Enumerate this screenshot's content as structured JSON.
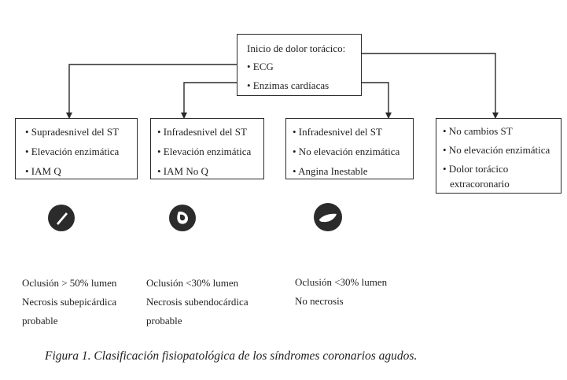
{
  "top_box": {
    "title": "Inicio de dolor torácico:",
    "items": [
      "• ECG",
      "• Enzimas cardíacas"
    ]
  },
  "boxes": [
    {
      "lines": [
        "• Supradesnivel del ST",
        "• Elevación enzimática",
        "• IAM Q"
      ]
    },
    {
      "lines": [
        "• Infradesnivel del ST",
        "• Elevación enzimática",
        "• IAM No Q"
      ]
    },
    {
      "lines": [
        "• Infradesnivel del ST",
        "• No elevación enzimática",
        "• Angina Inestable"
      ]
    },
    {
      "lines": [
        "• No cambios ST",
        "• No elevación enzimática",
        "• Dolor torácico",
        "extracoronario"
      ]
    }
  ],
  "icons": [
    {
      "name": "oclusion-parcial-icon",
      "color": "#2b2b2b"
    },
    {
      "name": "oclusion-icon",
      "color": "#2b2b2b"
    },
    {
      "name": "trombo-icon",
      "color": "#2b2b2b"
    }
  ],
  "captions": [
    {
      "lines": [
        "Oclusión > 50% lumen",
        "Necrosis subepicárdica",
        "probable"
      ]
    },
    {
      "lines": [
        "Oclusión <30% lumen",
        "Necrosis subendocárdica",
        "probable"
      ]
    },
    {
      "lines": [
        "Oclusión <30% lumen",
        "No necrosis"
      ]
    }
  ],
  "figure_caption": "Figura 1. Clasificación fisiopatológica de los síndromes coronarios agudos."
}
